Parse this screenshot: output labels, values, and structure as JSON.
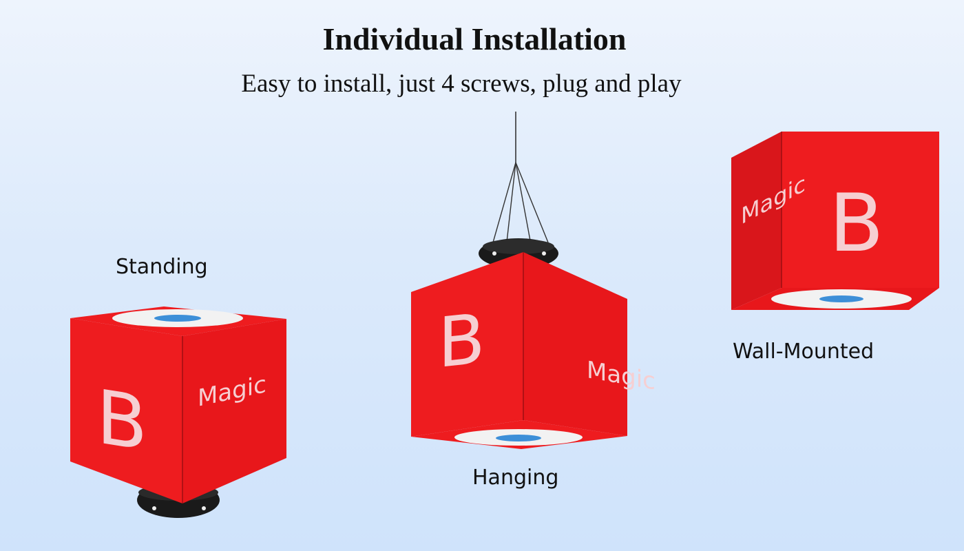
{
  "header": {
    "title": "Individual Installation",
    "subtitle": "Easy to install, just 4 screws, plug and play"
  },
  "installations": [
    {
      "label": "Standing",
      "cube_front_text": "B",
      "cube_side_text": "Magic"
    },
    {
      "label": "Hanging",
      "cube_front_text": "B",
      "cube_side_text": "Magic"
    },
    {
      "label": "Wall-Mounted",
      "cube_front_text": "B",
      "cube_side_text": "Magic"
    }
  ],
  "colors": {
    "cube_red": "#ee1c1f",
    "cube_red_dark": "#c8141a",
    "base_black": "#1a1a1a",
    "bottom_panel": "#f2f2f2",
    "blue_dot": "#3d8fd8",
    "text": "#111111"
  }
}
